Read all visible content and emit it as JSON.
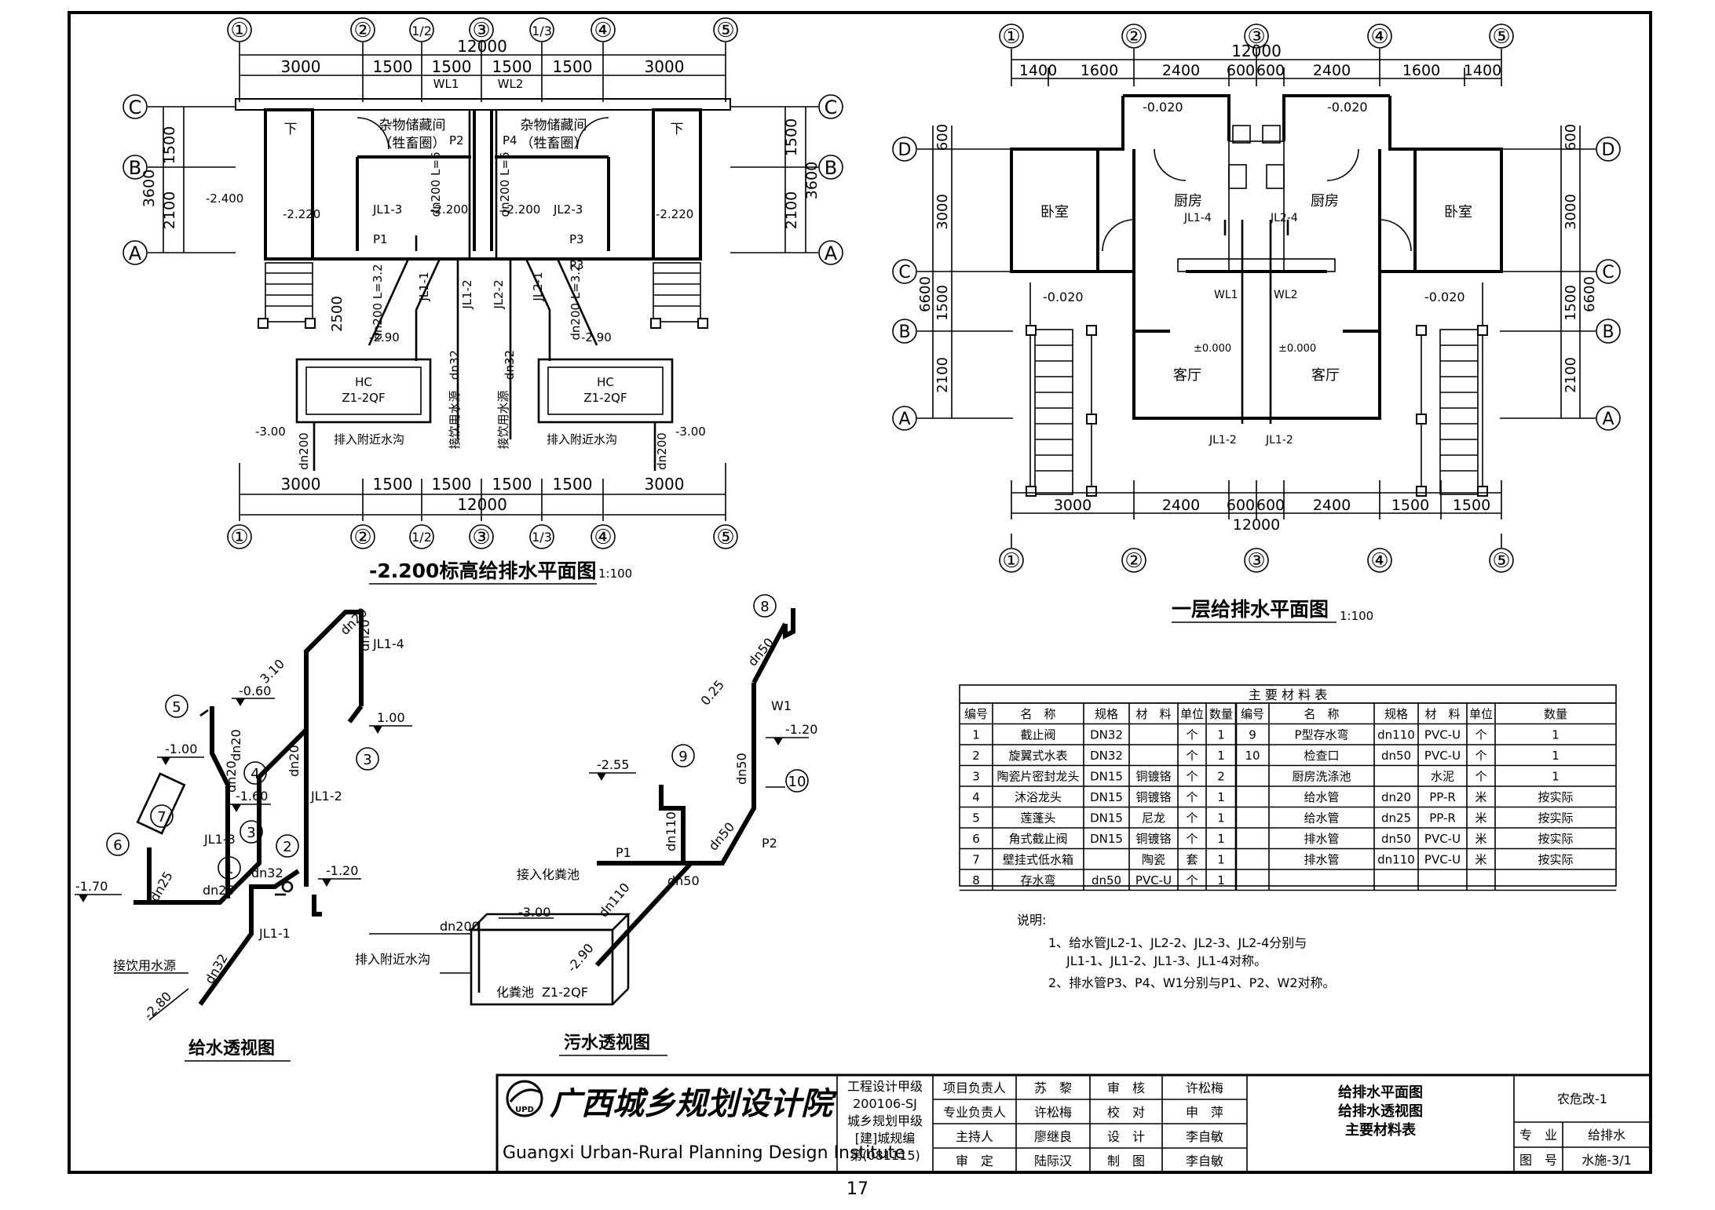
{
  "axes_top_left": [
    "①",
    "②",
    "1/2",
    "③",
    "1/3",
    "④",
    "⑤"
  ],
  "axes_top_right": [
    "①",
    "②",
    "③",
    "④",
    "⑤"
  ],
  "rows_left": [
    "C",
    "B",
    "A"
  ],
  "rows_right": [
    "D",
    "C",
    "B",
    "A"
  ],
  "plan_basement": {
    "total": "12000",
    "dims": [
      "3000",
      "1500",
      "1500",
      "1500",
      "1500",
      "3000"
    ],
    "left_dims": [
      "1500",
      "2100",
      "3600"
    ],
    "right_dims": [
      "1500",
      "2100",
      "3600"
    ],
    "room_left": "杂物储藏间",
    "room_left_sub": "（牲畜圈）",
    "room_right": "杂物储藏间",
    "room_right_sub": "（牲畜圈）",
    "down_label": "下",
    "wl1": "WL1",
    "wl2": "WL2",
    "p1": "P1",
    "p2": "P2",
    "p3": "P3",
    "p4": "P4",
    "jl1_3": "JL1-3",
    "jl2_3": "JL2-3",
    "jl1_1": "JL1-1",
    "jl1_2": "JL1-2",
    "jl2_1": "JL2-1",
    "jl2_2": "JL2-2",
    "pipe_dn200_l6": "dn200 L=6",
    "pipe_dn200_l32": "dn200 L=3.2",
    "dn32": "dn32",
    "dn200": "dn200",
    "elev_2220": "-2.220",
    "elev_2200": "-2.200",
    "elev_2400": "-2.400",
    "elev_290": "-2.90",
    "elev_300": "-3.00",
    "dim_2500": "2500",
    "hc": "HC",
    "tank": "Z1-2QF",
    "drain_to": "排入附近水沟",
    "water_src": "接饮用水源",
    "title": "-2.200标高给排水平面图",
    "scale": "1:100"
  },
  "plan_ground": {
    "total": "12000",
    "dims_top": [
      "1400",
      "1600",
      "2400",
      "600",
      "600",
      "2400",
      "1600",
      "1400"
    ],
    "dims_bottom": [
      "3000",
      "2400",
      "600",
      "600",
      "2400",
      "1500",
      "1500"
    ],
    "left_dims": [
      "600",
      "3000",
      "1500",
      "2100",
      "6600"
    ],
    "right_dims": [
      "600",
      "3000",
      "1500",
      "2100",
      "6600"
    ],
    "bedroom": "卧室",
    "kitchen": "厨房",
    "living": "客厅",
    "elev_0020": "-0.020",
    "elev_000": "±0.000",
    "jl1_4": "JL1-4",
    "jl2_4": "JL2-4",
    "jl1_2": "JL1-2",
    "wl1": "WL1",
    "wl2": "WL2",
    "title": "一层给排水平面图",
    "scale": "1:100"
  },
  "iso_supply": {
    "title": "给水透视图",
    "labels": [
      "dn20",
      "dn20",
      "JL1-4",
      "3.10",
      "-0.60",
      "1.00",
      "-1.00",
      "dn20",
      "-1.60",
      "JL1-2",
      "dn20",
      "JL1-3",
      "dn20",
      "dn25",
      "dn25",
      "dn32",
      "-1.20",
      "-1.70",
      "JL1-1",
      "dn32",
      "接饮用水源",
      "-2.80"
    ],
    "markers": [
      "5",
      "4",
      "3",
      "7",
      "6",
      "1",
      "2",
      "3"
    ]
  },
  "iso_waste": {
    "title": "污水透视图",
    "labels": [
      "dn50",
      "0.25",
      "W1",
      "-1.20",
      "dn50",
      "-2.55",
      "dn110",
      "P1",
      "dn50",
      "P2",
      "dn50",
      "接入化粪池",
      "dn110",
      "dn200",
      "-3.00",
      "排入附近水沟",
      "-2.90",
      "化粪池",
      "Z1-2QF"
    ],
    "markers": [
      "8",
      "9",
      "10"
    ]
  },
  "materials": {
    "title": "主 要 材 料 表",
    "headers": [
      "编号",
      "名　称",
      "规格",
      "材　料",
      "单位",
      "数量",
      "编号",
      "名　称",
      "规格",
      "材　料",
      "单位",
      "数量"
    ],
    "rows": [
      [
        "1",
        "截止阀",
        "DN32",
        "",
        "个",
        "1",
        "9",
        "P型存水弯",
        "dn110",
        "PVC-U",
        "个",
        "1"
      ],
      [
        "2",
        "旋翼式水表",
        "DN32",
        "",
        "个",
        "1",
        "10",
        "检查口",
        "dn50",
        "PVC-U",
        "个",
        "1"
      ],
      [
        "3",
        "陶瓷片密封龙头",
        "DN15",
        "铜镀铬",
        "个",
        "2",
        "",
        "厨房洗涤池",
        "",
        "水泥",
        "个",
        "1"
      ],
      [
        "4",
        "沐浴龙头",
        "DN15",
        "铜镀铬",
        "个",
        "1",
        "",
        "给水管",
        "dn20",
        "PP-R",
        "米",
        "按实际"
      ],
      [
        "5",
        "莲蓬头",
        "DN15",
        "尼龙",
        "个",
        "1",
        "",
        "给水管",
        "dn25",
        "PP-R",
        "米",
        "按实际"
      ],
      [
        "6",
        "角式截止阀",
        "DN15",
        "铜镀铬",
        "个",
        "1",
        "",
        "排水管",
        "dn50",
        "PVC-U",
        "米",
        "按实际"
      ],
      [
        "7",
        "壁挂式低水箱",
        "",
        "陶瓷",
        "套",
        "1",
        "",
        "排水管",
        "dn110",
        "PVC-U",
        "米",
        "按实际"
      ],
      [
        "8",
        "存水弯",
        "dn50",
        "PVC-U",
        "个",
        "1",
        "",
        "",
        "",
        "",
        "",
        ""
      ]
    ]
  },
  "notes": {
    "heading": "说明:",
    "n1a": "1、给水管JL2-1、JL2-2、JL2-3、JL2-4分别与",
    "n1b": "JL1-1、JL1-2、JL1-3、JL1-4对称。",
    "n2": "2、排水管P3、P4、W1分别与P1、P2、W2对称。"
  },
  "titleblock": {
    "org_cn": "广西城乡规划设计院",
    "org_en": "Guangxi Urban-Rural Planning Design Institute",
    "logo": "UPD",
    "cert": [
      "工程设计甲级",
      "200106-SJ",
      "城乡规划甲级",
      "[建]城规编",
      "第(081115)"
    ],
    "roles": [
      [
        "项目负责人",
        "苏　黎",
        "审　核",
        "许松梅"
      ],
      [
        "专业负责人",
        "许松梅",
        "校　对",
        "申　萍"
      ],
      [
        "主持人",
        "廖继良",
        "设　计",
        "李自敏"
      ],
      [
        "审　定",
        "陆际汉",
        "制　图",
        "李自敏"
      ]
    ],
    "drawing_titles": [
      "给排水平面图",
      "给排水透视图",
      "主要材料表"
    ],
    "project": "农危改-1",
    "discipline_label": "专　业",
    "discipline": "给排水",
    "drawing_no_label": "图　号",
    "drawing_no": "水施-3/1"
  },
  "page_number": "17"
}
